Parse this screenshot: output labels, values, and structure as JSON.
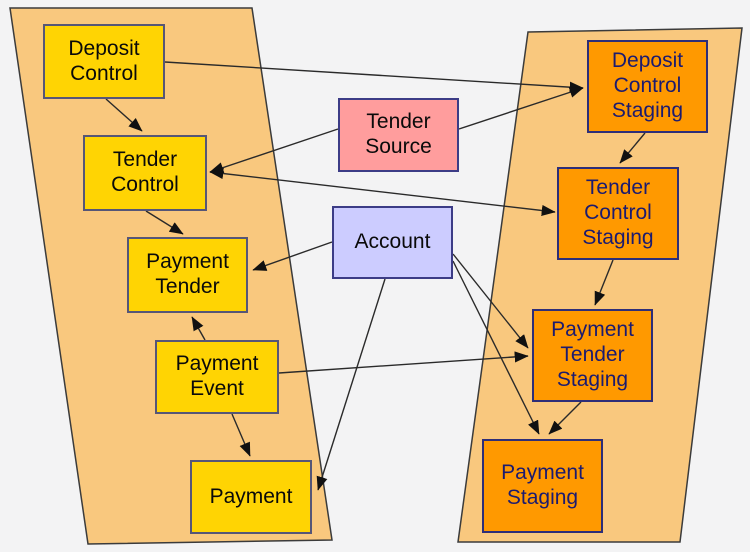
{
  "diagram": {
    "description": "Tender and payment staging flow diagram",
    "background_color": "#f3f3f4",
    "arrow_color": "#2a2a2a",
    "funnels": {
      "left_funnel": {
        "fill": "#f9c87e",
        "border_color": "#3b3b3b"
      },
      "right_funnel": {
        "fill": "#f9c87e",
        "border_color": "#3b3b3b"
      }
    },
    "nodes": {
      "deposit_control": {
        "label": "Deposit Control",
        "fill": "#ffd403",
        "text_color": "#0a0a0a",
        "group": "left_funnel"
      },
      "tender_control": {
        "label": "Tender Control",
        "fill": "#ffd403",
        "text_color": "#0a0a0a",
        "group": "left_funnel"
      },
      "payment_tender": {
        "label": "Payment Tender",
        "fill": "#ffd403",
        "text_color": "#0a0a0a",
        "group": "left_funnel"
      },
      "payment_event": {
        "label": "Payment Event",
        "fill": "#ffd403",
        "text_color": "#0a0a0a",
        "group": "left_funnel"
      },
      "payment": {
        "label": "Payment",
        "fill": "#ffd403",
        "text_color": "#0a0a0a",
        "group": "left_funnel"
      },
      "tender_source": {
        "label": "Tender Source",
        "fill": "#ff9d9d",
        "text_color": "#0a0a0a",
        "group": "middle"
      },
      "account": {
        "label": "Account",
        "fill": "#ccccff",
        "text_color": "#0a0a0a",
        "group": "middle"
      },
      "deposit_control_staging": {
        "label": "Deposit Control Staging",
        "fill": "#ff9900",
        "text_color": "#1b1b70",
        "group": "right_funnel"
      },
      "tender_control_staging": {
        "label": "Tender Control Staging",
        "fill": "#ff9900",
        "text_color": "#1b1b70",
        "group": "right_funnel"
      },
      "payment_tender_staging": {
        "label": "Payment Tender Staging",
        "fill": "#ff9900",
        "text_color": "#1b1b70",
        "group": "right_funnel"
      },
      "payment_staging": {
        "label": "Payment Staging",
        "fill": "#ff9900",
        "text_color": "#1b1b70",
        "group": "right_funnel"
      }
    },
    "edges": [
      {
        "from": "deposit_control",
        "to": "tender_control"
      },
      {
        "from": "deposit_control",
        "to": "deposit_control_staging"
      },
      {
        "from": "tender_source",
        "to": "tender_control"
      },
      {
        "from": "tender_source",
        "to": "deposit_control_staging"
      },
      {
        "from": "tender_control",
        "to": "tender_control_staging",
        "bidirectional": true
      },
      {
        "from": "tender_control",
        "to": "payment_tender"
      },
      {
        "from": "deposit_control_staging",
        "to": "tender_control_staging"
      },
      {
        "from": "tender_control_staging",
        "to": "payment_tender_staging"
      },
      {
        "from": "account",
        "to": "payment_tender"
      },
      {
        "from": "account",
        "to": "payment"
      },
      {
        "from": "account",
        "to": "payment_tender_staging"
      },
      {
        "from": "account",
        "to": "payment_staging"
      },
      {
        "from": "payment_event",
        "to": "payment_tender"
      },
      {
        "from": "payment_event",
        "to": "payment"
      },
      {
        "from": "payment_event",
        "to": "payment_tender_staging"
      },
      {
        "from": "payment_tender_staging",
        "to": "payment_staging"
      }
    ]
  }
}
